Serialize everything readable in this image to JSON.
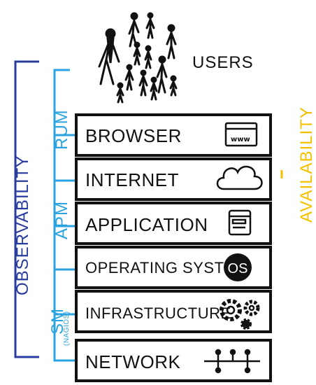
{
  "users": {
    "label": "USERS"
  },
  "layers": [
    {
      "label": "BROWSER",
      "icon": "www-browser-icon"
    },
    {
      "label": "INTERNET",
      "icon": "cloud-icon"
    },
    {
      "label": "APPLICATION",
      "icon": "application-window-icon"
    },
    {
      "label": "OPERATING SYSTEM",
      "icon": "os-circle-icon",
      "icon_text": "OS"
    },
    {
      "label": "INFRASTRUCTURE",
      "icon": "gears-icon"
    },
    {
      "label": "NETWORK",
      "icon": "network-topology-icon"
    }
  ],
  "side_labels": {
    "observability": "OBSERVABILITY",
    "rum": "RUM",
    "apm": "APM",
    "sm": "SM",
    "sm_note": "(NAGIOS)",
    "availability": "AVAILABILITY"
  },
  "colors": {
    "observability": "#2a3d9e",
    "monitoring": "#2aa3e0",
    "availability": "#f2c200",
    "ink": "#111111"
  }
}
